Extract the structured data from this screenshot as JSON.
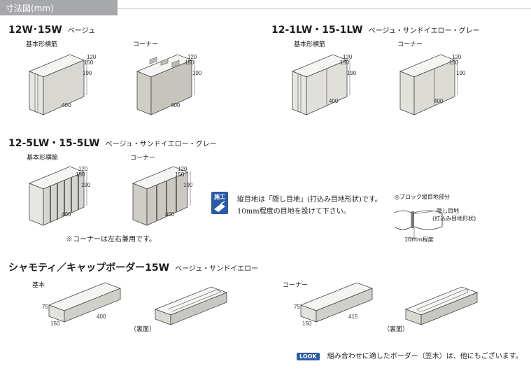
{
  "header": {
    "title": "寸法図(mm)"
  },
  "sections": {
    "s1": {
      "title": "12W･15W",
      "subtitle": "ベージュ",
      "label_basic": "基本形横筋",
      "label_corner": "コーナー",
      "dims": {
        "w120": "120",
        "w150": "150",
        "h190": "190",
        "l400": "400"
      }
    },
    "s2": {
      "title": "12-1LW・15-1LW",
      "subtitle": "ベージュ・サンドイエロー・グレー",
      "label_basic": "基本形横筋",
      "label_corner": "コーナー",
      "dims": {
        "w120": "120",
        "w150": "150",
        "h190": "190",
        "l400": "400"
      }
    },
    "s3": {
      "title": "12-5LW・15-5LW",
      "subtitle": "ベージュ・サンドイエロー・グレー",
      "label_basic": "基本形横筋",
      "label_corner": "コーナー",
      "dims": {
        "w120": "120",
        "w150": "150",
        "h190": "190",
        "l400": "400"
      },
      "footnote": "※コーナーは左右兼用です。"
    },
    "s4": {
      "title": "シャモティ／キャップボーダー15W",
      "subtitle": "ベージュ・サンドイエロー",
      "label_basic": "基本",
      "label_corner": "コーナー",
      "label_back": "（裏面）",
      "dims_basic": {
        "h75": "75",
        "w150": "150",
        "l400": "400"
      },
      "dims_corner": {
        "h75": "75",
        "w150": "150",
        "l415": "415"
      }
    }
  },
  "construction": {
    "badge": "施工",
    "line1": "縦目地は「隠し目地」(打込み目地形状)です。",
    "line2": "10mm程度の目地を設けて下さい。",
    "diagram_title": "◎ブロック縦目地部分",
    "diagram_label1": "隠し目地",
    "diagram_label2": "(打込み目地形状)",
    "diagram_label3": "10mm程度"
  },
  "look": {
    "badge": "LOOK",
    "text": "組み合わせに適したボーダー（笠木）は、他にもございます。"
  },
  "colors": {
    "header_bg": "#a6a8ab",
    "badge_blue": "#2b5aa8",
    "block_light": "#ecece8",
    "block_texture": "#c9c8c2"
  }
}
